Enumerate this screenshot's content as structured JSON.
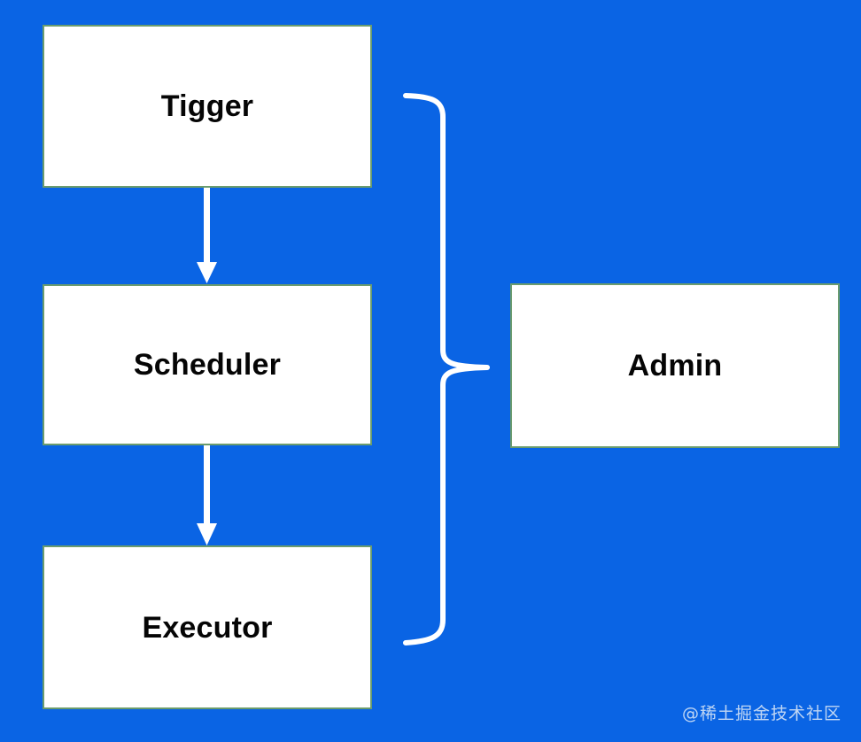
{
  "diagram": {
    "type": "flow-diagram",
    "background_color": "#0a64e4",
    "node_fill_color": "#ffffff",
    "node_border_color": "#6b9c6d",
    "connector_color": "#ffffff",
    "label_color": "#050505",
    "nodes": [
      {
        "id": "tigger",
        "label": "Tigger"
      },
      {
        "id": "scheduler",
        "label": "Scheduler"
      },
      {
        "id": "executor",
        "label": "Executor"
      },
      {
        "id": "admin",
        "label": "Admin"
      }
    ],
    "connectors": [
      {
        "id": "arrow-tigger-scheduler",
        "kind": "arrow",
        "from": "tigger",
        "to": "scheduler"
      },
      {
        "id": "arrow-scheduler-executor",
        "kind": "arrow",
        "from": "scheduler",
        "to": "executor"
      },
      {
        "id": "brace-group-admin",
        "kind": "curly-brace",
        "groups": [
          "tigger",
          "scheduler",
          "executor"
        ],
        "to": "admin"
      }
    ]
  },
  "watermark": {
    "text": "@稀土掘金技术社区"
  }
}
